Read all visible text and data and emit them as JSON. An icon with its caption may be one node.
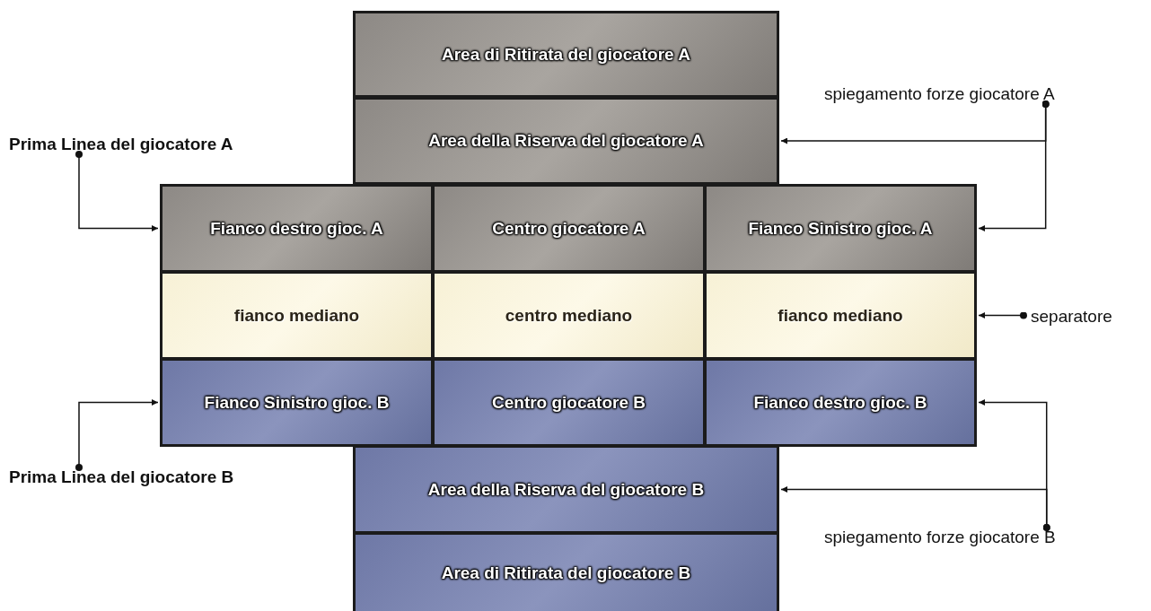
{
  "diagram": {
    "nodes": [
      {
        "text": [
          "Area di Ritirata del giocatore A"
        ]
      },
      {
        "text": [
          "spiegamento forze giocatore A"
        ]
      },
      {
        "text": [
          "Area della Riserva del giocatore A"
        ]
      },
      {
        "text": [
          "Prima Linea del giocatore A"
        ]
      },
      {
        "text": [
          "Fianco destro gioc. A"
        ]
      },
      {
        "text": [
          "Centro giocatore A"
        ]
      },
      {
        "text": [
          "Fianco Sinistro gioc. A"
        ]
      },
      {
        "text": [
          "fianco mediano"
        ]
      },
      {
        "text": [
          "centro mediano"
        ]
      },
      {
        "text": [
          "fianco mediano"
        ]
      },
      {
        "text": [
          "separatore"
        ]
      },
      {
        "text": [
          "Fianco Sinistro gioc. B"
        ]
      },
      {
        "text": [
          "Centro giocatore B"
        ]
      },
      {
        "text": [
          "Fianco destro gioc. B"
        ]
      },
      {
        "text": [
          "Prima Linea del giocatore B"
        ]
      },
      {
        "text": [
          "Area della Riserva del giocatore B"
        ]
      },
      {
        "text": [
          "spiegamento forze giocatore B"
        ]
      },
      {
        "text": [
          "Area di Ritirata del giocatore B"
        ]
      }
    ],
    "edges": [
      {
        "from": 1,
        "to": 2,
        "arrow": "to"
      },
      {
        "from": 1,
        "to": 6,
        "arrow": "to"
      },
      {
        "from": 3,
        "to": 4,
        "arrow": "to"
      },
      {
        "from": 10,
        "to": 9,
        "arrow": "to"
      },
      {
        "from": 14,
        "to": 11,
        "arrow": "to"
      },
      {
        "from": 16,
        "to": 13,
        "arrow": "to"
      },
      {
        "from": 16,
        "to": 15,
        "arrow": "to"
      }
    ]
  }
}
